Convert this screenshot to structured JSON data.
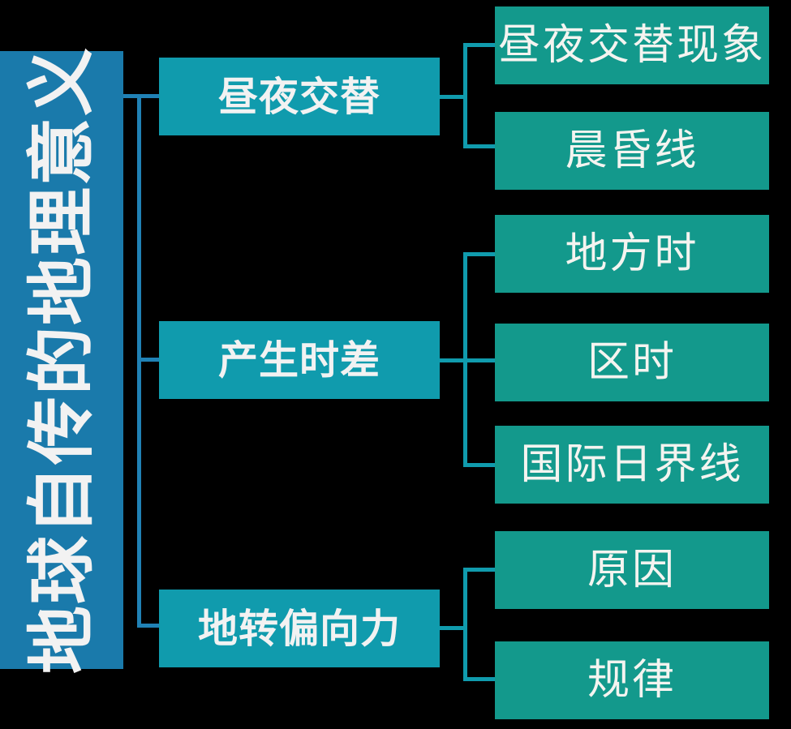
{
  "diagram": {
    "type": "hierarchy-tree",
    "title": "地球自传的地理意义",
    "orientation": "left-to-right",
    "background_color": "#000000",
    "colors": {
      "root_banner": "#1a7aab",
      "branch_box": "#109bad",
      "leaf_box": "#13998c",
      "root_connector": "#2081b5",
      "branch_connector": "#109bad",
      "text": "#f2f2f2"
    },
    "root": {
      "label": "地球自传的地理意义",
      "orientation": "vertical-rotated"
    },
    "branches": [
      {
        "label": "昼夜交替",
        "leaves": [
          {
            "label": "昼夜交替现象"
          },
          {
            "label": "晨昏线"
          }
        ]
      },
      {
        "label": "产生时差",
        "leaves": [
          {
            "label": "地方时"
          },
          {
            "label": "区时"
          },
          {
            "label": "国际日界线"
          }
        ]
      },
      {
        "label": "地转偏向力",
        "leaves": [
          {
            "label": "原因"
          },
          {
            "label": "规律"
          }
        ]
      }
    ]
  }
}
